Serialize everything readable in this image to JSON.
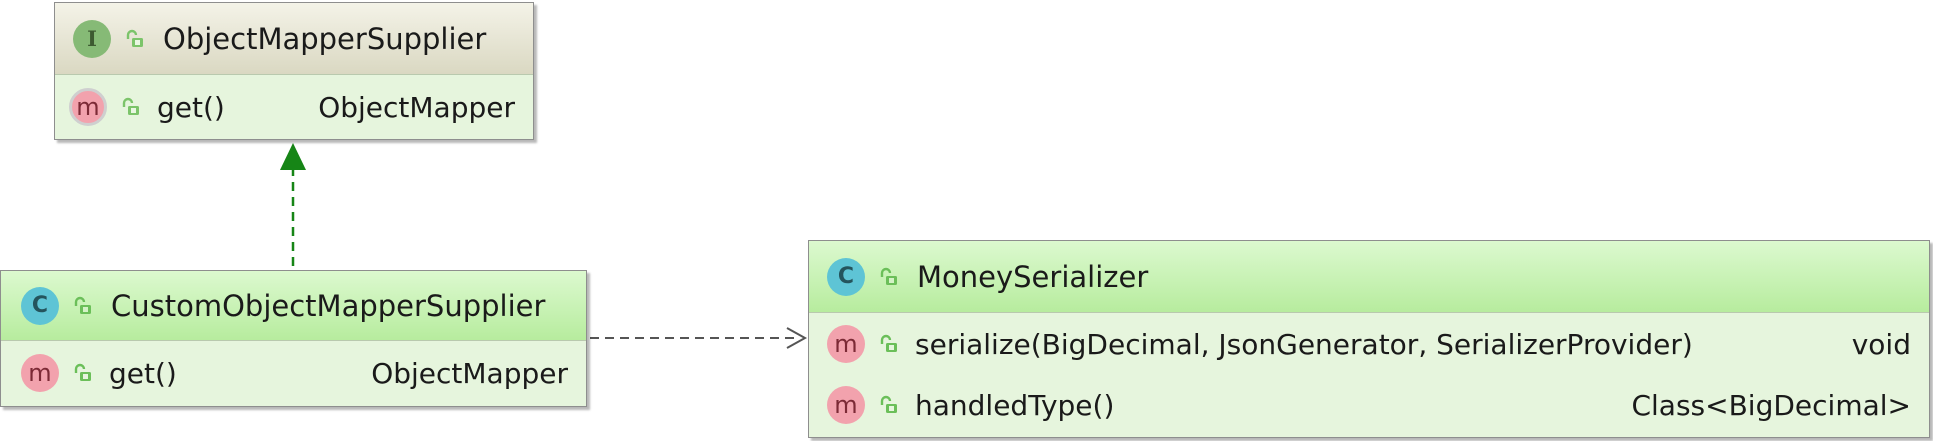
{
  "nodes": {
    "object_mapper_supplier": {
      "kind": "interface",
      "badge": "I",
      "name": "ObjectMapperSupplier",
      "methods": [
        {
          "badge": "m",
          "name": "get()",
          "type": "ObjectMapper"
        }
      ]
    },
    "custom_object_mapper_supplier": {
      "kind": "class",
      "badge": "C",
      "name": "CustomObjectMapperSupplier",
      "methods": [
        {
          "badge": "m",
          "name": "get()",
          "type": "ObjectMapper"
        }
      ]
    },
    "money_serializer": {
      "kind": "class",
      "badge": "C",
      "name": "MoneySerializer",
      "methods": [
        {
          "badge": "m",
          "name": "serialize(BigDecimal, JsonGenerator, SerializerProvider)",
          "type": "void"
        },
        {
          "badge": "m",
          "name": "handledType()",
          "type": "Class<BigDecimal>"
        }
      ]
    }
  },
  "edges": [
    {
      "from": "CustomObjectMapperSupplier",
      "to": "ObjectMapperSupplier",
      "relation": "implements",
      "style": "dashed",
      "color": "#1f8a1f"
    },
    {
      "from": "CustomObjectMapperSupplier",
      "to": "MoneySerializer",
      "relation": "dependency",
      "style": "dashed",
      "color": "#555555"
    }
  ],
  "colors": {
    "interface_header": "#dad8c2",
    "class_header": "#b7ec9e",
    "body": "#e6f5dd",
    "lock": "#6bbf59"
  }
}
